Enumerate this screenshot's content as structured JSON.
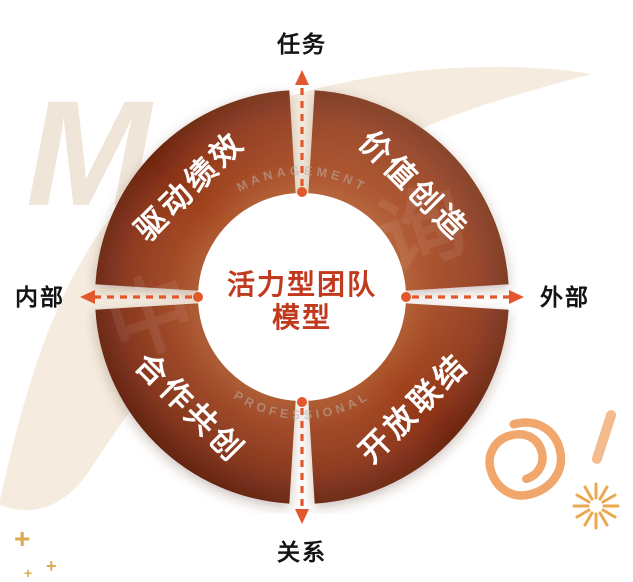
{
  "center": {
    "line1": "活力型团队",
    "line2": "模型"
  },
  "axes": {
    "top": "任务",
    "bottom": "关系",
    "left": "内部",
    "right": "外部"
  },
  "quadrants": {
    "nw": "驱动绩效",
    "ne": "价值创造",
    "sw": "合作共创",
    "se": "开放联结"
  },
  "watermark": {
    "letter": "M",
    "arc_top": "MANAGEMENT",
    "arc_bottom": "PROFESSIONAL",
    "diagonal": "中大咨询",
    "plus": "+"
  },
  "colors": {
    "ring_gradient_inner": "#b05a2f",
    "ring_gradient_outer": "#6b2410",
    "accent_orange": "#e2572b",
    "center_text_red": "#c13a1e",
    "swoosh_beige": "#f5ecdf",
    "decor_gold": "#eaa84f"
  }
}
